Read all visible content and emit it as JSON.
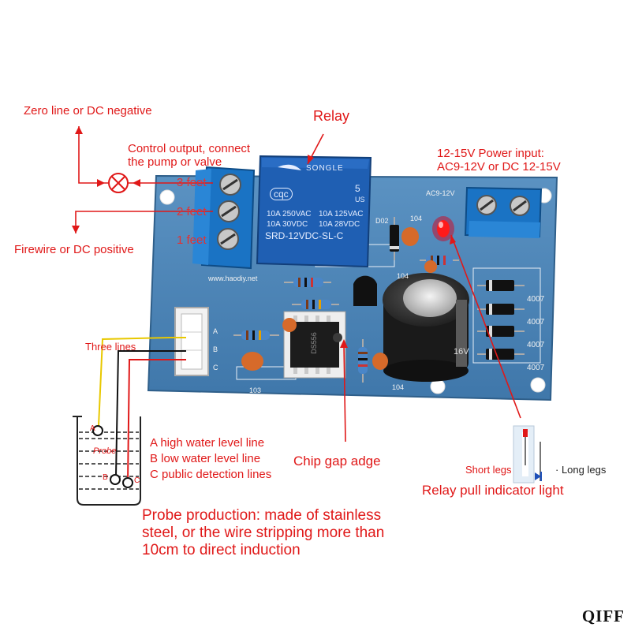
{
  "annotations": {
    "relay": "Relay",
    "zero_line": "Zero line or DC negative",
    "control_output_1": "Control output, connect",
    "control_output_2": "the pump or valve",
    "feet_3": "3 feet",
    "feet_2": "2 feet",
    "feet_1": "1 feet",
    "firewire": "Firewire or DC positive",
    "power_input_1": "12-15V Power input:",
    "power_input_2": "AC9-12V or DC 12-15V",
    "three_lines": "Three lines",
    "chip_gap": "Chip gap adge",
    "short_legs": "Short legs",
    "long_legs": "Long legs",
    "relay_pull": "Relay pull indicator light"
  },
  "legend": {
    "a": "A high water level line",
    "b": "B low water level line",
    "c": "C public detection lines"
  },
  "probe_text": {
    "line1": "Probe production: made of stainless",
    "line2": "steel, or the wire stripping more than",
    "line3": "10cm to direct induction"
  },
  "beaker": {
    "label": "Probe",
    "a": "A",
    "b": "B",
    "c": "C"
  },
  "board": {
    "website": "www.haodiy.net",
    "ac_label": "AC9-12V",
    "d_label": "D02",
    "c104_top": "104",
    "c104_mid": "104",
    "c104_bot": "104",
    "c103": "103",
    "pin_a": "A",
    "pin_b": "B",
    "pin_c": "C",
    "diode_1": "4007",
    "diode_2": "4007",
    "diode_3": "4007",
    "diode_4": "4007",
    "cap_16v": "16V"
  },
  "relay_body": {
    "brand": "SONGLE",
    "logo": "cqc",
    "num": "5",
    "us": "US",
    "spec_l1": "10A 250VAC",
    "spec_l2": "10A 30VDC",
    "spec_r1": "10A 125VAC",
    "spec_r2": "10A 28VDC",
    "model": "SRD-12VDC-SL-C"
  },
  "chip": {
    "marking": "DS556"
  },
  "watermark": "QIFF",
  "colors": {
    "annotation_red": "#e01818",
    "pcb_blue": "#4f86b8",
    "relay_blue": "#1f5fb3",
    "terminal_blue": "#1a73c4"
  }
}
